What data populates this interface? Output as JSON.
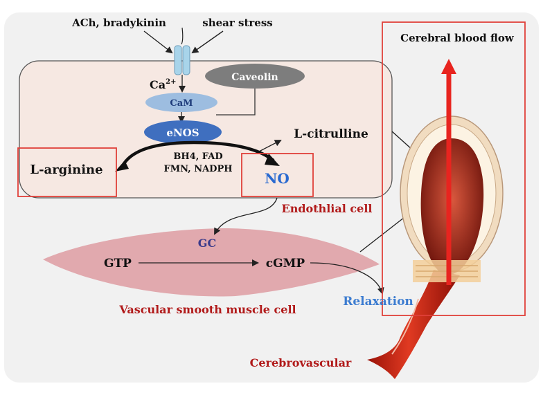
{
  "labels": {
    "ach": "ACh, bradykinin",
    "shear": "shear stress",
    "ca": "Ca",
    "ca_sup": "2+",
    "caveolin": "Caveolin",
    "cam": "CaM",
    "enos": "eNOS",
    "citrulline": "L-citrulline",
    "arginine": "L-arginine",
    "cofactors1": "BH4, FAD",
    "cofactors2": "FMN, NADPH",
    "no": "NO",
    "endo_cell": "Endothlial cell",
    "gc": "GC",
    "gtp": "GTP",
    "cgmp": "cGMP",
    "relaxation": "Relaxation",
    "smooth_cell": "Vascular smooth muscle cell",
    "cbf": "Cerebral blood flow",
    "cerebro": "Cerebrovascular"
  },
  "colors": {
    "background": "#f1f1f1",
    "cell": "#f6e8e2",
    "smooth_muscle": "#e1a9ae",
    "red_box": "#e0403a",
    "arrow_red": "#e8241f",
    "caveolin": "#7d7d7d",
    "cam": "#9dbde0",
    "enos": "#3f6fbf",
    "no_text": "#2a6ad0",
    "relax_text": "#3c7cd0",
    "dark_red_text": "#b11a1a",
    "channel": "#a8d4ea"
  }
}
